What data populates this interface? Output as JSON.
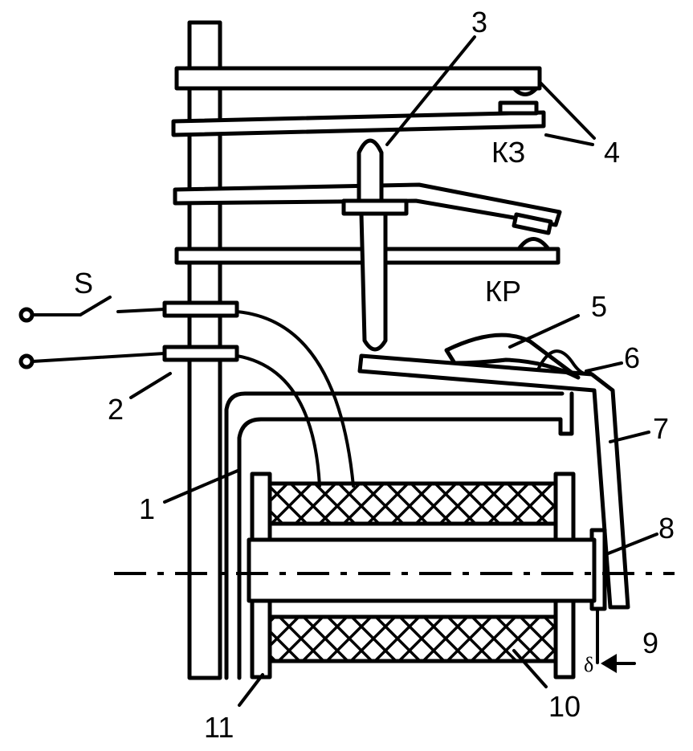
{
  "labels": {
    "n1": "1",
    "n2": "2",
    "n3": "3",
    "n4": "4",
    "n5": "5",
    "n6": "6",
    "n7": "7",
    "n8": "8",
    "n9": "9",
    "n10": "10",
    "n11": "11",
    "s": "S",
    "kz": "КЗ",
    "kr": "КР",
    "delta": "δ"
  },
  "colors": {
    "stroke": "#000000",
    "background": "#ffffff"
  }
}
